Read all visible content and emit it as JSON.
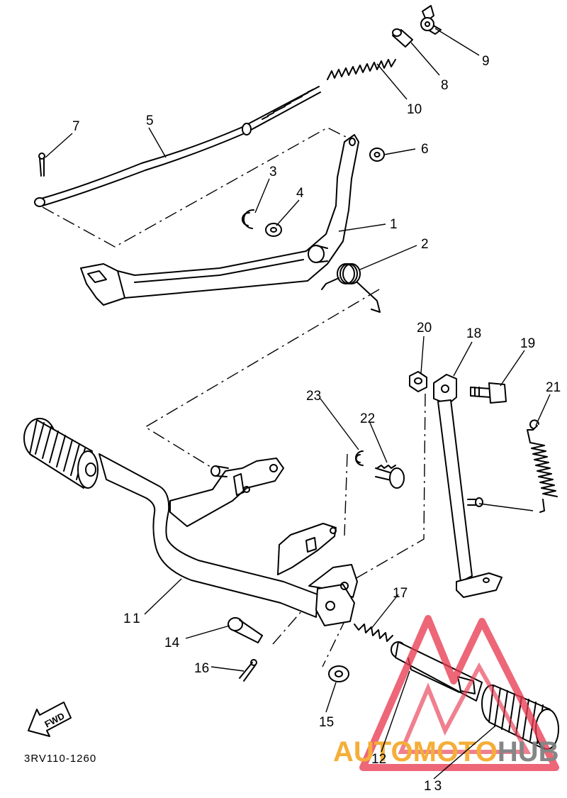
{
  "diagram": {
    "code": "3RV110-1260",
    "fwd_label": "FWD",
    "callouts": [
      "1",
      "2",
      "3",
      "4",
      "5",
      "6",
      "7",
      "8",
      "9",
      "10",
      "11",
      "12",
      "13",
      "14",
      "15",
      "16",
      "17",
      "18",
      "19",
      "20",
      "21",
      "22",
      "23"
    ],
    "watermark": {
      "text_a": "AUTOMOTO",
      "text_b": "HUB",
      "color_a": "#f5a623",
      "color_b": "#7a7a7a",
      "triangle_color": "#e8384f"
    }
  }
}
